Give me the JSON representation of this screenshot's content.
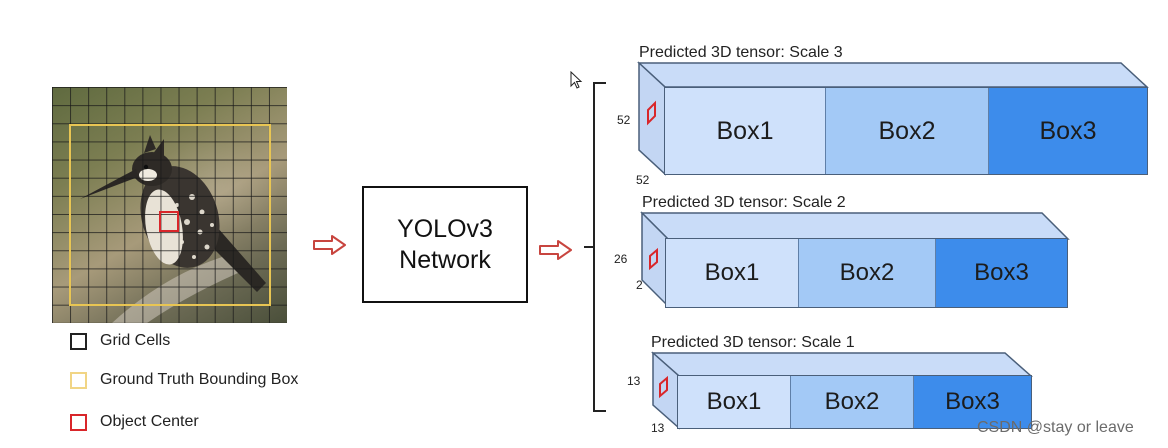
{
  "network": {
    "line1": "YOLOv3",
    "line2": "Network"
  },
  "legend": [
    {
      "label": "Grid Cells",
      "color": "#222222"
    },
    {
      "label": "Ground Truth Bounding Box",
      "color": "#f1d585"
    },
    {
      "label": "Object Center",
      "color": "#d9262a"
    }
  ],
  "tensors": [
    {
      "title": "Predicted 3D tensor: Scale 3",
      "dim_h": "52",
      "dim_w": "52",
      "boxes": [
        "Box1",
        "Box2",
        "Box3"
      ]
    },
    {
      "title": "Predicted 3D tensor: Scale 2",
      "dim_h": "26",
      "dim_w": "2",
      "boxes": [
        "Box1",
        "Box2",
        "Box3"
      ]
    },
    {
      "title": "Predicted 3D tensor: Scale 1",
      "dim_h": "13",
      "dim_w": "13",
      "boxes": [
        "Box1",
        "Box2",
        "Box3"
      ]
    }
  ],
  "colors": {
    "box1": "#cfe1fb",
    "box2": "#a3c9f6",
    "box3": "#3d8ceb",
    "arrow": "#c8453f",
    "grid_center": "#d9262a",
    "ground_truth": "#e8c553"
  },
  "icons": [
    "cursor-icon",
    "arrow-right-icon"
  ],
  "watermark": "CSDN @stay or leave"
}
